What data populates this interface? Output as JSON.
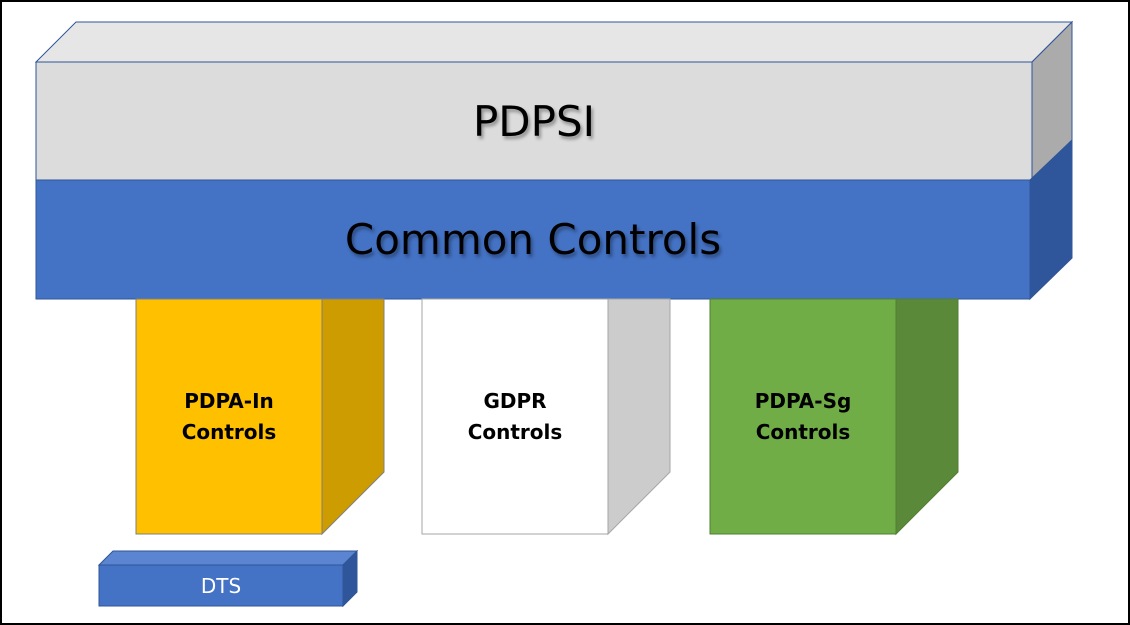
{
  "diagram": {
    "top_block": {
      "label": "PDPSI",
      "color": "#dcdcdc"
    },
    "band": {
      "label": "Common Controls",
      "color": "#4472c4"
    },
    "pillars": [
      {
        "line1": "PDPA-In",
        "line2": "Controls",
        "color": "#ffc000"
      },
      {
        "line1": "GDPR",
        "line2": "Controls",
        "color": "#ffffff"
      },
      {
        "line1": "PDPA-Sg",
        "line2": "Controls",
        "color": "#70ad47"
      }
    ],
    "foot_block": {
      "label": "DTS",
      "color": "#4472c4"
    }
  }
}
